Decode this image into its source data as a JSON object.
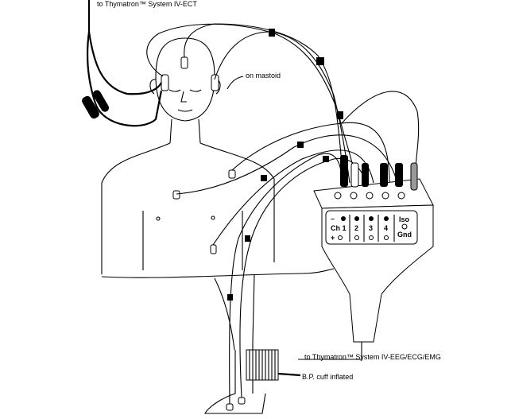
{
  "labels": {
    "ect_cable": "to Thymatron™ System IV-ECT",
    "mastoid": "on mastoid",
    "eeg_cable": "to Thymatron™ System IV-EEG/ECG/EMG",
    "bp_cuff": "B.P. cuff inflated"
  },
  "junction_box": {
    "channels": [
      {
        "top": "–",
        "name": "Ch 1",
        "bottom": "+"
      },
      {
        "name": "2"
      },
      {
        "name": "3"
      },
      {
        "name": "4"
      }
    ],
    "iso_top": "Iso",
    "iso_bottom": "Gnd"
  }
}
